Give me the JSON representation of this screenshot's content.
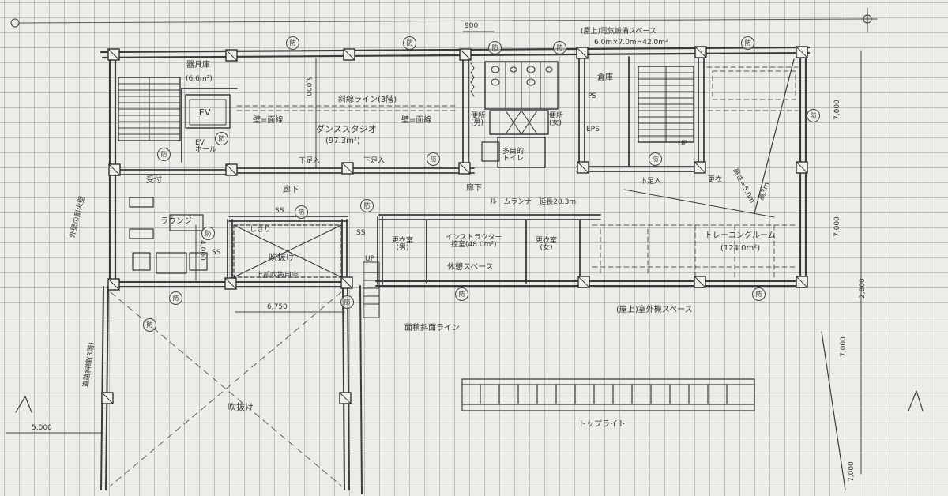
{
  "plan": {
    "symbol_fire": "防",
    "labels": {
      "storage_tools": "器具庫",
      "storage_tools_area": "(6.6m²)",
      "ev": "EV",
      "ev_hall": "EV\nホール",
      "wall_surface_1": "壁=面線",
      "wall_surface_2": "壁=面線",
      "setback_line": "斜線ライン(3階)",
      "dance_studio": "ダンススタジオ",
      "dance_studio_area": "(97.3m²)",
      "dim_5000_top": "5,000",
      "dim_900": "900",
      "rooftop_equipment": "(屋上)電気設備スペース",
      "rooftop_equipment_calc": "6.0m×7.0m=42.0m²",
      "warehouse": "倉庫",
      "ps": "PS",
      "eps": "EPS",
      "toilet_m": "便所\n(男)",
      "toilet_f": "便所\n(女)",
      "multipurpose": "多目的\nトイレ",
      "up_1": "UP",
      "under_beam_1": "下足入",
      "under_beam_2": "下足入",
      "under_beam_3": "下足入",
      "changing": "更衣",
      "reception": "受付",
      "corridor_1": "廊下",
      "corridor_2": "廊下",
      "corridor_width": "ルームランナー延長20.3m",
      "height_line": "高さ=5.0m",
      "height_line_2": "高3m",
      "lounge": "ラウンジ",
      "ss_1": "SS",
      "ss_2": "SS",
      "ss_3": "SS",
      "void_upper": "吹抜け",
      "void_note": "上部吹抜用空",
      "void_label_s": "しきり",
      "dim_4000": "4,000",
      "dressing_m": "更衣室\n(男)",
      "dressing_f": "更衣室\n(女)",
      "instructor_room": "インストラクター\n控室(48.0m²)",
      "rest_space": "休憩スペース",
      "training_room": "トレーニングルーム",
      "training_room_area": "(124.0m²)",
      "up_2": "UP",
      "dim_6750": "6,750",
      "slope_line": "面積斜面ライン",
      "rooftop_outdoor": "(屋上)室外機スペース",
      "fire_wall_line": "外壁の耐火壁",
      "setback_line_3f": "道路斜線(3階)",
      "void_lower": "吹抜け",
      "dim_5000_bottom": "5,000",
      "toplight": "トップライト",
      "dim_7000_1": "7,000",
      "dim_7000_2": "7,000",
      "dim_2800": "2,800",
      "dim_7000_3": "7,000",
      "dim_7000_4": "7,000"
    }
  }
}
